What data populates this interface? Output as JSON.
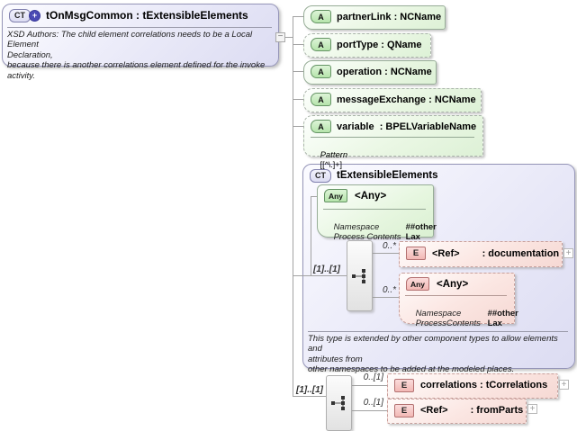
{
  "root_box": {
    "icon": "CT",
    "icon_plus": "+",
    "title": "tOnMsgCommon : tExtensibleElements",
    "doc": "XSD Authors: The child element correlations needs to be a Local Element\nDeclaration,\nbecause there is another correlations element defined for the invoke\nactivity."
  },
  "connector": {
    "collapse": "−"
  },
  "attributes": [
    {
      "icon": "A",
      "label": "partnerLink : NCName"
    },
    {
      "icon": "A",
      "label": "portType : QName"
    },
    {
      "icon": "A",
      "label": "operation : NCName"
    },
    {
      "icon": "A",
      "label": "messageExchange : NCName"
    },
    {
      "icon": "A",
      "label": "variable  : BPELVariableName",
      "facet_name": "Pattern",
      "facet_value": "[[^\\.]+]"
    }
  ],
  "base_type": {
    "icon": "CT",
    "title": "tExtensibleElements",
    "cardinality": "[1]..[1]",
    "any_attr": {
      "icon": "Any",
      "title": "<Any>",
      "rows": [
        {
          "k": "Namespace",
          "v": "##other"
        },
        {
          "k": "Process Contents",
          "v": "Lax"
        }
      ]
    },
    "doc_ref": {
      "icon": "E",
      "name": "<Ref>",
      "type": ": documentation",
      "cardinality": "0..*",
      "expand": "+"
    },
    "any_elem": {
      "icon": "Any",
      "title": "<Any>",
      "cardinality": "0..*",
      "rows": [
        {
          "k": "Namespace",
          "v": "##other"
        },
        {
          "k": "ProcessContents",
          "v": "Lax"
        }
      ]
    },
    "note": "This type is extended by other component types to allow elements and\nattributes from\nother namespaces to be added at the modeled places."
  },
  "sequence": {
    "cardinality": "[1]..[1]",
    "correlations": {
      "icon": "E",
      "label": "correlations : tCorrelations",
      "cardinality": "0..[1]",
      "expand": "+"
    },
    "fromparts": {
      "icon": "E",
      "name": "<Ref>",
      "type": ": fromParts",
      "cardinality": "0..[1]",
      "expand": "+"
    }
  }
}
